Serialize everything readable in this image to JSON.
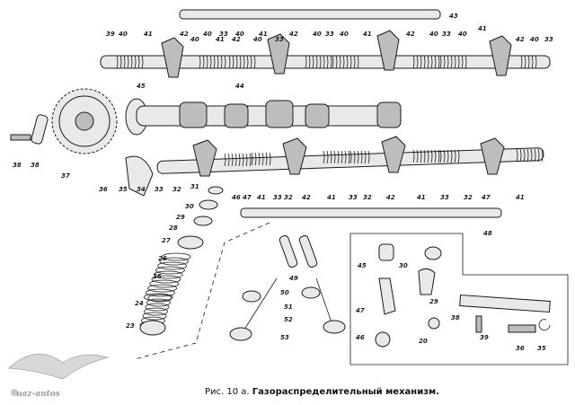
{
  "caption": {
    "prefix": "Рис. 10 а.",
    "title": "Газораспределительный механизм."
  },
  "watermark": "uaz-autos",
  "callouts": [
    "43",
    "39",
    "40",
    "41",
    "42",
    "40",
    "33",
    "40",
    "41",
    "42",
    "40",
    "33",
    "40",
    "41",
    "42",
    "40",
    "33",
    "40",
    "41",
    "42",
    "40",
    "33",
    "40",
    "41",
    "42",
    "40",
    "33",
    "45",
    "44",
    "38",
    "38",
    "37",
    "36",
    "35",
    "34",
    "33",
    "32",
    "31",
    "30",
    "29",
    "28",
    "27",
    "26",
    "25",
    "24",
    "23",
    "46",
    "47",
    "41",
    "33",
    "32",
    "42",
    "41",
    "33",
    "32",
    "42",
    "41",
    "33",
    "32",
    "47",
    "41",
    "48",
    "49",
    "50",
    "51",
    "52",
    "53",
    "45",
    "30",
    "47",
    "29",
    "46",
    "20",
    "38",
    "39",
    "36",
    "35"
  ],
  "colors": {
    "ink": "#1a1a1a",
    "paper": "#ffffff"
  }
}
